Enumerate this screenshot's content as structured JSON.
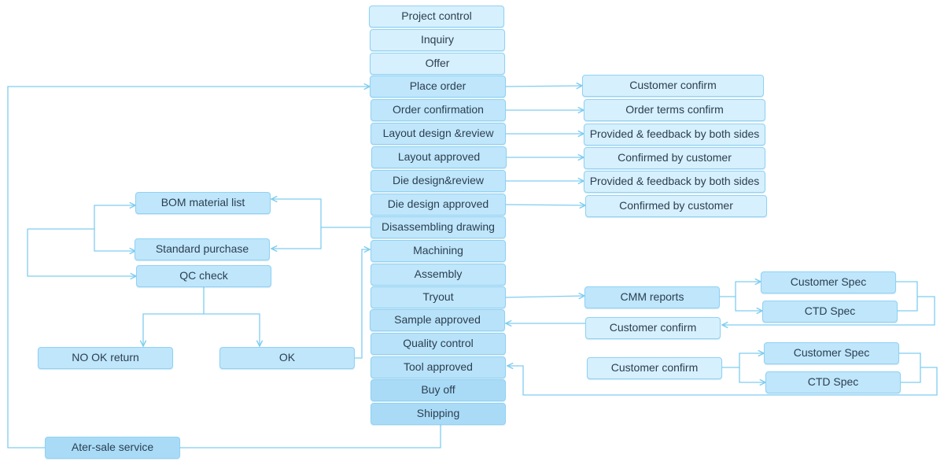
{
  "flow": {
    "main_steps": [
      "Project control",
      "Inquiry",
      "Offer",
      "Place order",
      "Order confirmation",
      "Layout design &review",
      "Layout  approved",
      "Die design&review",
      "Die design approved",
      "Disassembling drawing",
      "Machining",
      "Assembly",
      "Tryout",
      "Sample approved",
      "Quality control",
      "Tool approved",
      "Buy off",
      "Shipping"
    ],
    "right_steps": [
      "Customer confirm",
      "Order terms confirm",
      "Provided & feedback by both sides",
      "Confirmed by customer",
      "Provided & feedback by both sides",
      "Confirmed by customer"
    ],
    "tryout_branch": {
      "report": "CMM reports",
      "spec_customer": "Customer Spec",
      "spec_ctd": "CTD Spec",
      "confirm": "Customer confirm"
    },
    "tool_branch": {
      "confirm": "Customer  confirm",
      "spec_customer": "Customer Spec",
      "spec_ctd": "CTD Spec"
    },
    "purchase_branch": {
      "bom": "BOM material list",
      "standard": "Standard purchase",
      "qc": "QC check",
      "nok": "NO OK  return",
      "ok": "OK"
    },
    "after_sale": "Ater-sale service"
  },
  "colors": {
    "line": "#7fcdf0",
    "box_fill": "#bfe6fb",
    "box_border": "#8fd2f4",
    "text": "#2c3e50"
  }
}
